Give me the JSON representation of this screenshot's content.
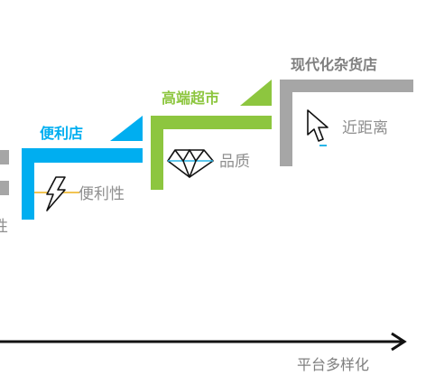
{
  "colors": {
    "blue": "#00aef0",
    "green": "#8dc63f",
    "gray": "#a6a6a6",
    "title_gray": "#7f7f7f",
    "label_gray": "#8f8f8f",
    "axis": "#111111"
  },
  "stages": [
    {
      "id": "partial",
      "title": "",
      "feature": "性",
      "icon": "",
      "color": "gray"
    },
    {
      "id": "convenience-store",
      "title": "便利店",
      "feature": "便利性",
      "icon": "lightning-icon",
      "color": "blue"
    },
    {
      "id": "premium-supermarket",
      "title": "高端超市",
      "feature": "品质",
      "icon": "diamond-icon",
      "color": "green"
    },
    {
      "id": "modern-grocery",
      "title": "现代化杂货店",
      "feature": "近距离",
      "icon": "cursor-icon",
      "color": "gray"
    }
  ],
  "axis": {
    "label": "平台多样化"
  }
}
